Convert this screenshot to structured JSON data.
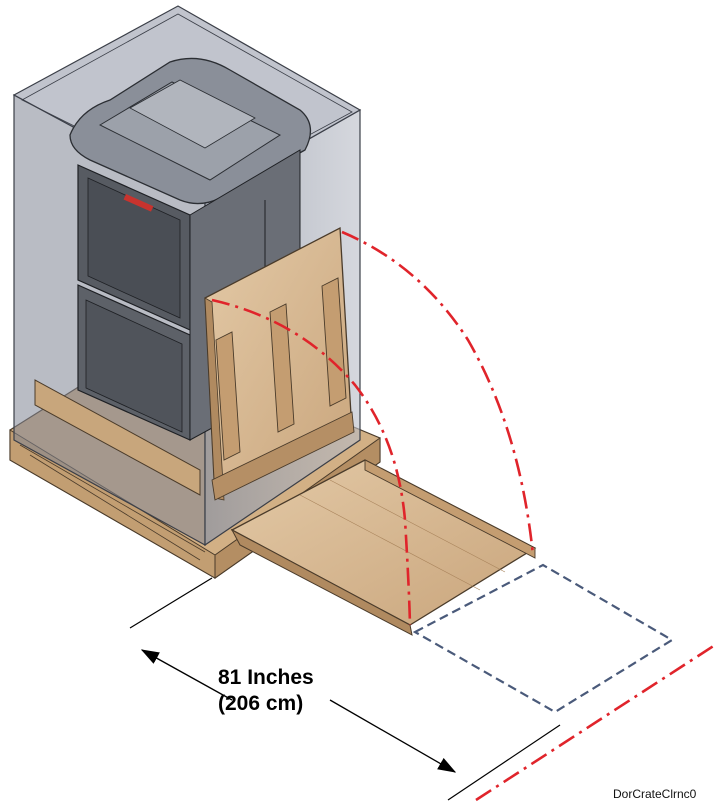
{
  "dimension": {
    "label_line1": "81 Inches",
    "label_line2": "(206 cm)"
  },
  "figure_id": "DorCrateClrnc0",
  "colors": {
    "swing_arc": "#e0242b",
    "footprint_outline": "#4a5a7a",
    "dimension_line": "#000000",
    "wood": "#d7b994",
    "wood_dark": "#b08a60",
    "crate_glass": "#9ea4b2",
    "machine_body": "#5d6168"
  }
}
